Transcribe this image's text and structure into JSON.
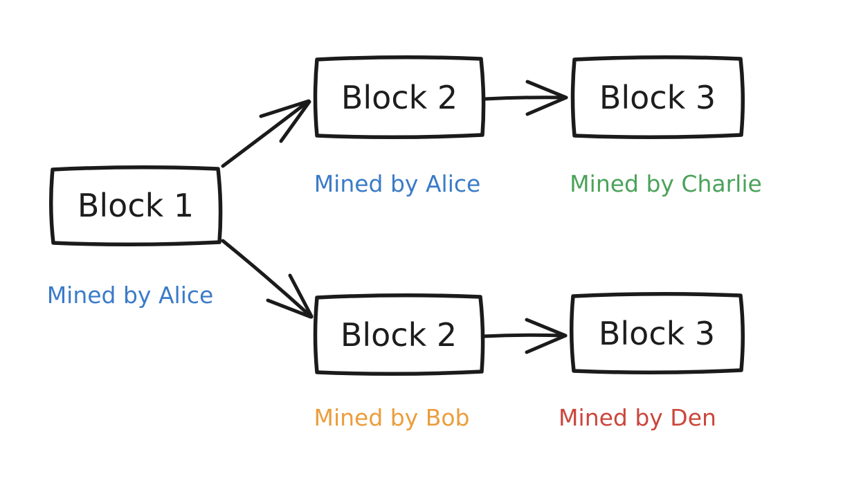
{
  "diagram": {
    "background": "#ffffff",
    "stroke_color": "#1b1b1b",
    "text_color": "#1d1d1d",
    "colors": {
      "alice_blue": "#3a7bc8",
      "charlie_green": "#4ba25a",
      "bob_orange": "#eb9d3c",
      "den_red": "#cb463c"
    },
    "block1": {
      "label": "Block 1",
      "miner": "Mined by Alice",
      "miner_color": "#3a7bc8"
    },
    "top_branch": {
      "block2": {
        "label": "Block 2",
        "miner": "Mined by Alice",
        "miner_color": "#3a7bc8"
      },
      "block3": {
        "label": "Block 3",
        "miner": "Mined by Charlie",
        "miner_color": "#4ba25a"
      }
    },
    "bottom_branch": {
      "block2": {
        "label": "Block 2",
        "miner": "Mined by Bob",
        "miner_color": "#eb9d3c"
      },
      "block3": {
        "label": "Block 3",
        "miner": "Mined by Den",
        "miner_color": "#cb463c"
      }
    }
  }
}
